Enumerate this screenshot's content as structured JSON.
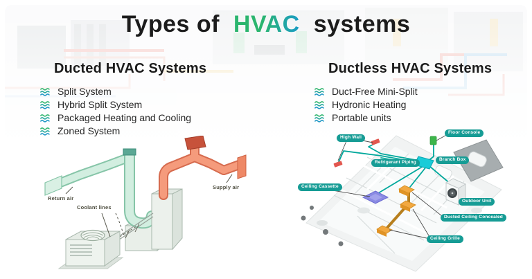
{
  "title": {
    "prefix": "Types of",
    "highlight": "HVAC",
    "suffix": "systems"
  },
  "sections": {
    "ducted": {
      "heading": "Ducted HVAC Systems",
      "items": [
        "Split System",
        "Hybrid Split System",
        "Packaged Heating and Cooling",
        "Zoned System"
      ]
    },
    "ductless": {
      "heading": "Ductless HVAC Systems",
      "items": [
        "Duct-Free Mini-Split",
        "Hydronic Heating",
        "Portable units"
      ]
    }
  },
  "ducted_diagram": {
    "labels": {
      "return_air": "Return air",
      "coolant_lines": "Coolant lines",
      "supply_air": "Supply air"
    }
  },
  "ductless_diagram": {
    "labels": {
      "high_wall": "High Wall",
      "floor_console": "Floor Console",
      "refrigerant_piping": "Refrigerant Piping",
      "branch_box": "Branch Box",
      "ceiling_cassette": "Ceiling Cassette",
      "outdoor_unit": "Outdoor Unit",
      "ducted_ceiling_concealed": "Ducted Ceiling Concealed",
      "ceiling_grille": "Ceiling Grille"
    }
  },
  "colors": {
    "title_text": "#1c1c1c",
    "highlight_green": "#2bb56e",
    "highlight_teal": "#1b9cc6",
    "label_pill": "#169c95",
    "pipe_teal": "#00a89c",
    "supply_duct_orange": "#f59b7c",
    "return_duct_mint": "#d2eee0",
    "high_wall_red": "#e2574f",
    "floor_console_green": "#3cb54a",
    "cassette_purple": "#8a8ae3",
    "ceiling_unit_amber": "#f2a840"
  }
}
